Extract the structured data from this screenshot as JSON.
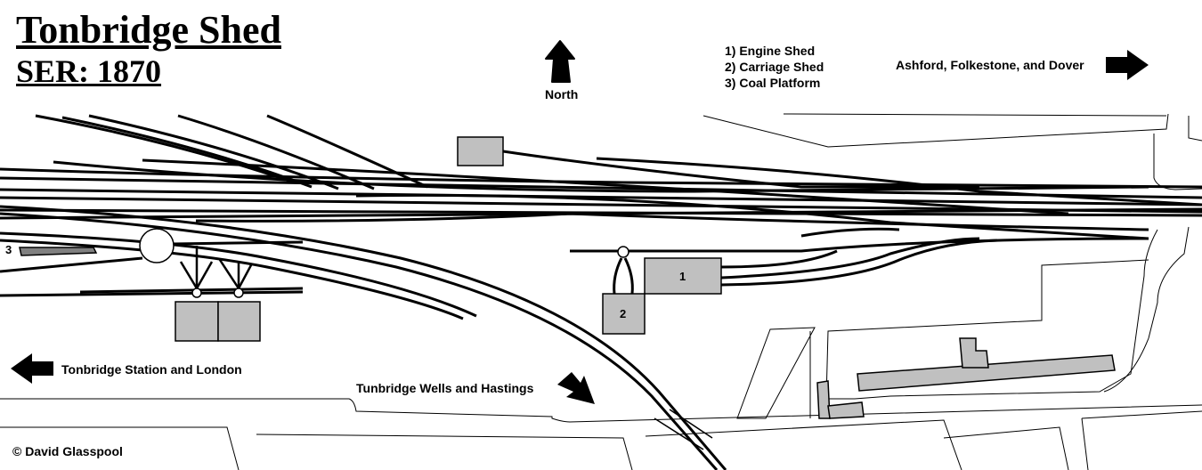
{
  "map": {
    "title": "Tonbridge Shed",
    "subtitle": "SER: 1870",
    "north_label": "North",
    "legend": [
      "1) Engine Shed",
      "2) Carriage Shed",
      "3) Coal Platform"
    ],
    "destinations": {
      "east": "Ashford, Folkestone, and Dover",
      "west": "Tonbridge Station and London",
      "south": "Tunbridge Wells and Hastings"
    },
    "building_numbers": {
      "engine_shed": "1",
      "carriage_shed": "2",
      "coal_platform": "3"
    },
    "copyright": "© David Glasspool",
    "colors": {
      "building_fill": "#c0c0c0",
      "coal_platform_fill": "#808080",
      "track": "#000000"
    }
  }
}
